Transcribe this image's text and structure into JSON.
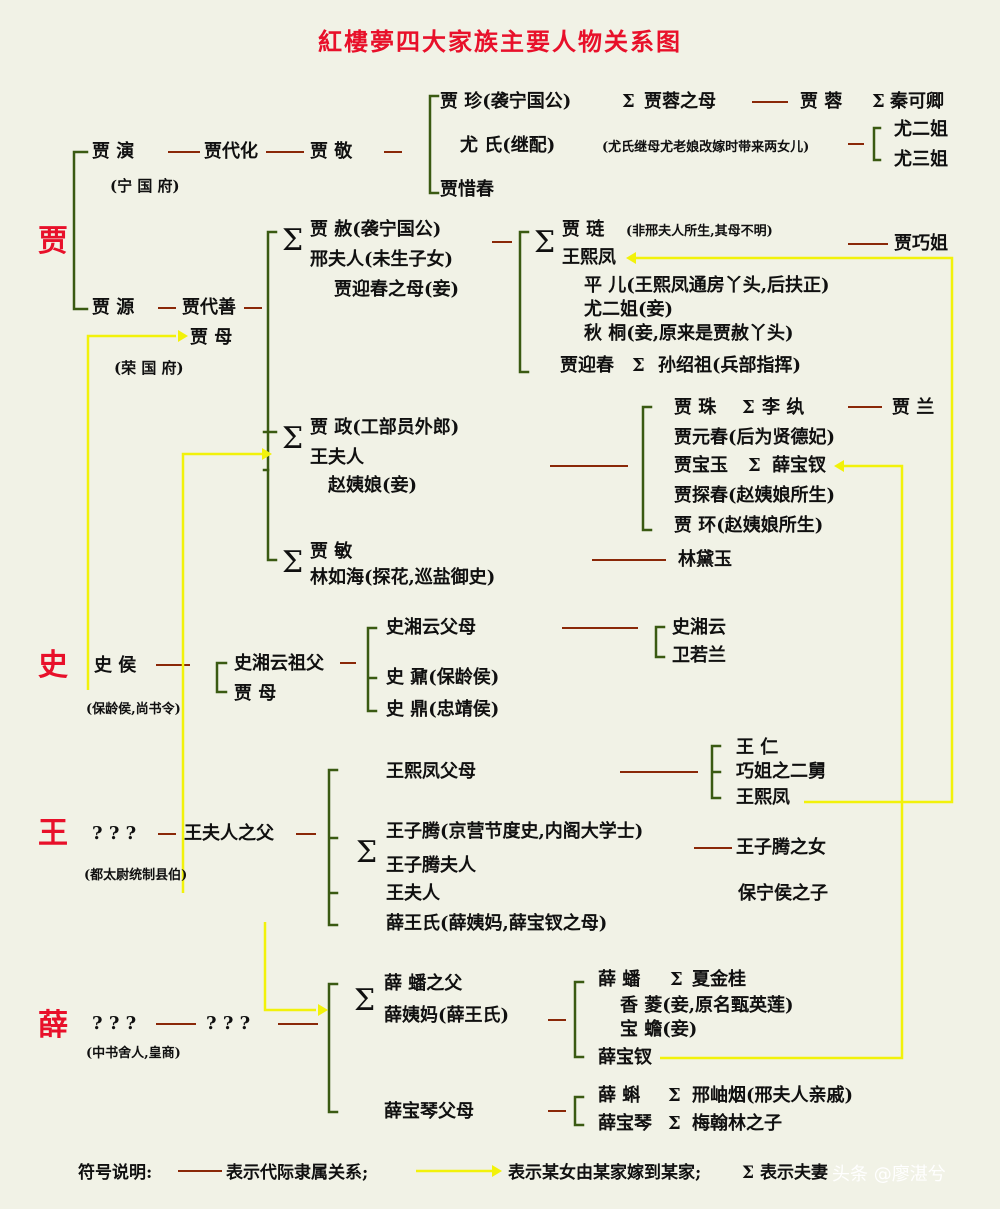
{
  "title": "紅樓夢四大家族主要人物关系图",
  "clans": {
    "jia": "贾",
    "shi": "史",
    "wang": "王",
    "xue": "薛"
  },
  "jia": {
    "jia_yan": "贾  演",
    "ningguofu": "(宁  国  府)",
    "jia_daihua": "贾代化",
    "jia_jing": "贾  敬",
    "jia_zhen": "贾  珍(袭宁国公)",
    "sigma": "Σ",
    "jia_rong_mother": "贾蓉之母",
    "jia_rong": "贾  蓉",
    "qin_keqing": "秦可卿",
    "you_shi": "尤  氏(继配)",
    "you_shi_note": "(尤氏继母尤老娘改嫁时带来两女儿)",
    "you_erjie": "尤二姐",
    "you_sanjie": "尤三姐",
    "jia_xichun": "贾惜春",
    "jia_yuan": "贾  源",
    "jia_daishan": "贾代善",
    "jia_mu": "贾  母",
    "rongguofu": "(荣  国  府)",
    "jia_she": "贾  赦(袭宁国公)",
    "xing_furen": "邢夫人(未生子女)",
    "yingchun_mother": "贾迎春之母(妾)",
    "jia_lian": "贾  琏",
    "jia_lian_note": "(非邢夫人所生,其母不明)",
    "wang_xifeng": "王熙凤",
    "jia_qiaojie": "贾巧姐",
    "ping_er": "平  儿(王熙凤通房丫头,后扶正)",
    "you_erjie_qie": "尤二姐(妾)",
    "qiu_tong": "秋  桐(妾,原来是贾赦丫头)",
    "jia_yingchun": "贾迎春",
    "sun_shaozu": "孙绍祖(兵部指挥)",
    "jia_zheng": "贾  政(工部员外郎)",
    "wang_furen": "王夫人",
    "zhao_yiniang": "赵姨娘(妾)",
    "jia_zhu": "贾  珠",
    "li_wan": "李  纨",
    "jia_lan": "贾  兰",
    "jia_yuanchun": "贾元春(后为贤德妃)",
    "jia_baoyu": "贾宝玉",
    "xue_baochai": "薛宝钗",
    "jia_tanchun": "贾探春(赵姨娘所生)",
    "jia_huan": "贾  环(赵姨娘所生)",
    "jia_min": "贾  敏",
    "lin_ruhai": "林如海(探花,巡盐御史)",
    "lin_daiyu": "林黛玉"
  },
  "shi": {
    "shi_hou": "史  侯",
    "shi_hou_note": "(保龄侯,尚书令)",
    "xiangyun_grandfather": "史湘云祖父",
    "jia_mu": "贾  母",
    "xiangyun_parents": "史湘云父母",
    "shi_nai": "史  鼐(保龄侯)",
    "shi_ding": "史  鼎(忠靖侯)",
    "shi_xiangyun": "史湘云",
    "wei_ruolan": "卫若兰"
  },
  "wang": {
    "unknown": "? ? ?",
    "wang_furen_father": "王夫人之父",
    "note": "(都太尉统制县伯)",
    "xifeng_parents": "王熙凤父母",
    "wang_ren": "王  仁",
    "qiaojie_uncle": "巧姐之二舅",
    "wang_xifeng": "王熙凤",
    "wang_ziteng": "王子腾(京营节度史,内阁大学士)",
    "wang_ziteng_furen": "王子腾夫人",
    "wang_ziteng_daughter": "王子腾之女",
    "baoning_son": "保宁侯之子",
    "wang_furen": "王夫人",
    "xue_wangshi": "薛王氏(薛姨妈,薛宝钗之母)"
  },
  "xue": {
    "unknown_a": "? ? ?",
    "unknown_b": "? ? ?",
    "note": "(中书舍人,皇商)",
    "xue_pan_father": "薛  蟠之父",
    "xue_yima": "薛姨妈(薛王氏)",
    "xue_pan": "薛  蟠",
    "xia_jingui": "夏金桂",
    "xiang_ling": "香  菱(妾,原名甄英莲)",
    "bao_chan": "宝  蟾(妾)",
    "xue_baochai": "薛宝钗",
    "baoqin_parents": "薛宝琴父母",
    "xue_ke": "薛  蝌",
    "xing_xiuyan": "邢岫烟(邢夫人亲戚)",
    "xue_baoqin": "薛宝琴",
    "mei_son": "梅翰林之子"
  },
  "legend": {
    "label": "符号说明:",
    "line_text": "表示代际隶属关系;",
    "arrow_text": "表示某女由某家嫁到某家;",
    "sigma_text": "Σ 表示夫妻"
  },
  "watermark": "头条 @廖湛兮",
  "colors": {
    "title_red": "#e8102a",
    "line_green": "#3a5a12",
    "line_brown": "#8a2808",
    "arrow_yellow": "#f2f20a",
    "background": "#f1f2e6"
  }
}
